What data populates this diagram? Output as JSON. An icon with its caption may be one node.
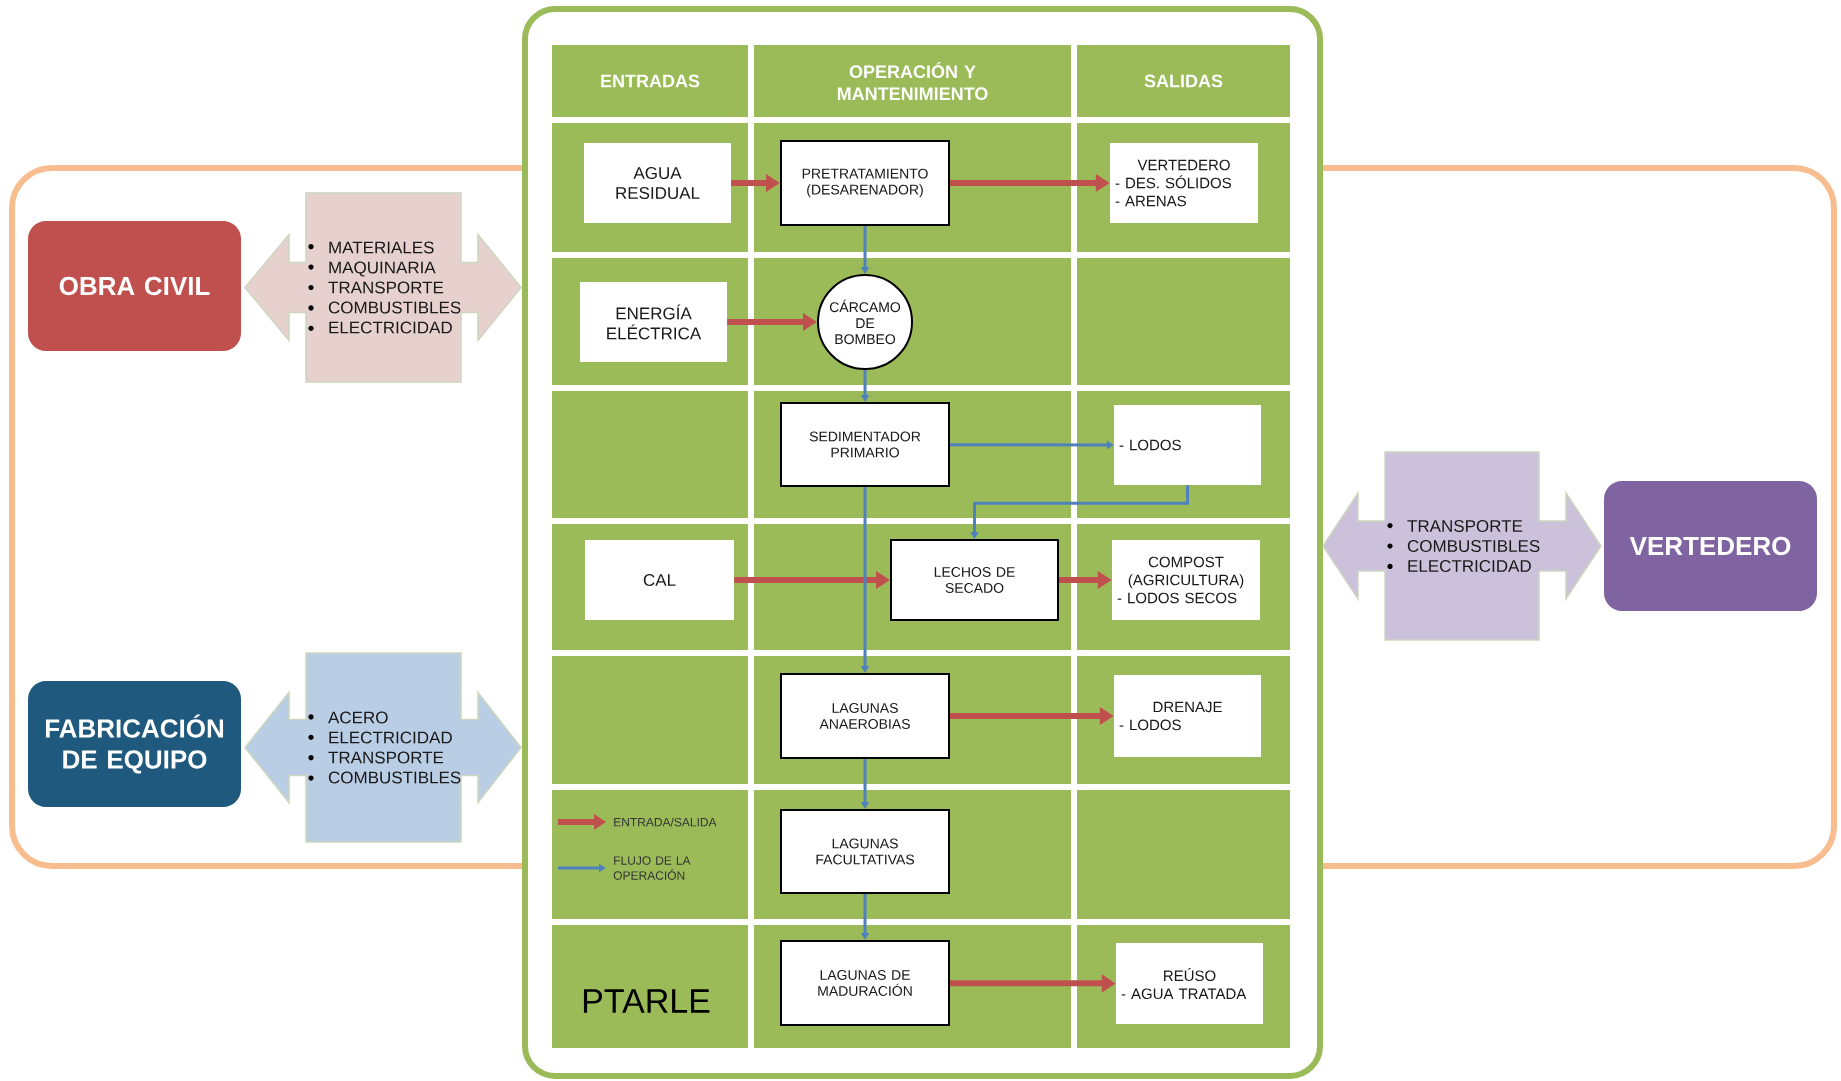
{
  "diagram": {
    "nodes": [
      {
        "text": [
          "OBRA CIVIL"
        ]
      },
      {
        "text": [
          "MATERIALES",
          "MAQUINARIA",
          "TRANSPORTE",
          "COMBUSTIBLES",
          "ELECTRICIDAD"
        ]
      },
      {
        "text": [
          "FABRICACIÓN DE EQUIPO"
        ]
      },
      {
        "text": [
          "ACERO",
          "ELECTRICIDAD",
          "TRANSPORTE",
          "COMBUSTIBLES"
        ]
      },
      {
        "text": [
          "AGUA RESIDUAL"
        ]
      },
      {
        "text": [
          "PRETRATAMIENTO (DESARENADOR)"
        ]
      },
      {
        "text": [
          "VERTEDERO",
          "- DES. SÓLIDOS",
          "- ARENAS"
        ]
      },
      {
        "text": [
          "ENERGÍA ELÉCTRICA"
        ]
      },
      {
        "text": [
          "CÁRCAMO DE BOMBEO"
        ]
      },
      {
        "text": [
          "SEDIMENTADOR PRIMARIO"
        ]
      },
      {
        "text": [
          "- LODOS"
        ]
      },
      {
        "text": [
          "CAL"
        ]
      },
      {
        "text": [
          "LECHOS DE SECADO"
        ]
      },
      {
        "text": [
          "COMPOST (AGRICULTURA)",
          "- LODOS SECOS"
        ]
      },
      {
        "text": [
          "LAGUNAS ANAEROBIAS"
        ]
      },
      {
        "text": [
          "DRENAJE",
          "- LODOS"
        ]
      },
      {
        "text": [
          "LAGUNAS FACULTATIVAS"
        ]
      },
      {
        "text": [
          "LAGUNAS DE MADURACIÓN"
        ]
      },
      {
        "text": [
          "REÚSO",
          "- AGUA TRATADA"
        ]
      },
      {
        "text": [
          "TRANSPORTE",
          "COMBUSTIBLES",
          "ELECTRICIDAD"
        ]
      },
      {
        "text": [
          "VERTEDERO"
        ]
      }
    ],
    "edges": [
      {
        "from": 4,
        "to": 5,
        "arrow": "to",
        "style": "thick",
        "color": "#c0504d"
      },
      {
        "from": 5,
        "to": 6,
        "arrow": "to",
        "style": "thick",
        "color": "#c0504d"
      },
      {
        "from": 5,
        "to": 8,
        "arrow": "to",
        "color": "#4f81bd"
      },
      {
        "from": 7,
        "to": 8,
        "arrow": "to",
        "style": "thick",
        "color": "#c0504d"
      },
      {
        "from": 8,
        "to": 9,
        "arrow": "to",
        "color": "#4f81bd"
      },
      {
        "from": 9,
        "to": 10,
        "arrow": "to",
        "color": "#4f81bd"
      },
      {
        "from": 10,
        "to": 12,
        "arrow": "to",
        "color": "#4f81bd"
      },
      {
        "from": 11,
        "to": 12,
        "arrow": "to",
        "style": "thick",
        "color": "#c0504d"
      },
      {
        "from": 12,
        "to": 13,
        "arrow": "to",
        "style": "thick",
        "color": "#c0504d"
      },
      {
        "from": 9,
        "to": 14,
        "arrow": "to",
        "color": "#4f81bd"
      },
      {
        "from": 14,
        "to": 15,
        "arrow": "to",
        "style": "thick",
        "color": "#c0504d"
      },
      {
        "from": 14,
        "to": 16,
        "arrow": "to",
        "color": "#4f81bd"
      },
      {
        "from": 16,
        "to": 17,
        "arrow": "to",
        "color": "#4f81bd"
      },
      {
        "from": 17,
        "to": 18,
        "arrow": "to",
        "style": "thick",
        "color": "#c0504d"
      }
    ],
    "labels": [
      "ENTRADAS",
      "OPERACIÓN Y MANTENIMIENTO",
      "SALIDAS",
      "PTARLE"
    ],
    "legend": [
      {
        "text": "ENTRADA/SALIDA"
      },
      {
        "text": "FLUJO DE LA OPERACIÓN"
      }
    ]
  }
}
